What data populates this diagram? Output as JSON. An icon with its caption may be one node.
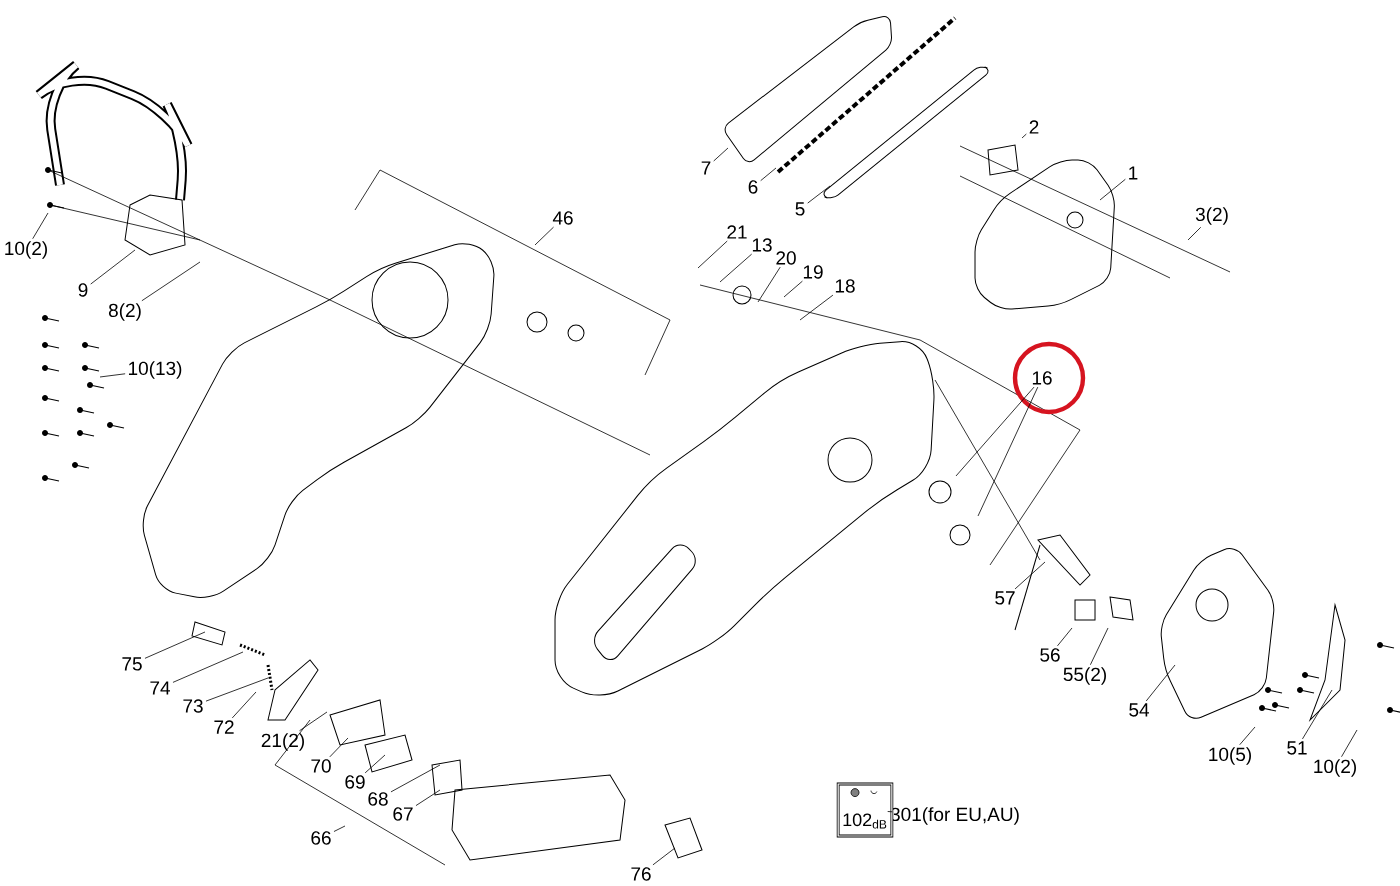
{
  "diagram": {
    "nodes": [
      {
        "text": [
          "2"
        ]
      },
      {
        "text": [
          "7"
        ]
      },
      {
        "text": [
          "1"
        ]
      },
      {
        "text": [
          "6"
        ]
      },
      {
        "text": [
          "5"
        ]
      },
      {
        "text": [
          "3(2)"
        ]
      },
      {
        "text": [
          "46"
        ]
      },
      {
        "text": [
          "21"
        ]
      },
      {
        "text": [
          "13"
        ]
      },
      {
        "text": [
          "10(2)"
        ]
      },
      {
        "text": [
          "20"
        ]
      },
      {
        "text": [
          "19"
        ]
      },
      {
        "text": [
          "18"
        ]
      },
      {
        "text": [
          "9"
        ]
      },
      {
        "text": [
          "8(2)"
        ]
      },
      {
        "text": [
          "10(13)"
        ]
      },
      {
        "text": [
          "16"
        ]
      },
      {
        "text": [
          "57"
        ]
      },
      {
        "text": [
          "56"
        ]
      },
      {
        "text": [
          "75"
        ]
      },
      {
        "text": [
          "55(2)"
        ]
      },
      {
        "text": [
          "74"
        ]
      },
      {
        "text": [
          "73"
        ]
      },
      {
        "text": [
          "54"
        ]
      },
      {
        "text": [
          "72"
        ]
      },
      {
        "text": [
          "21(2)"
        ]
      },
      {
        "text": [
          "51"
        ]
      },
      {
        "text": [
          "10(5)"
        ]
      },
      {
        "text": [
          "70"
        ]
      },
      {
        "text": [
          "10(2)"
        ]
      },
      {
        "text": [
          "69"
        ]
      },
      {
        "text": [
          "68"
        ]
      },
      {
        "text": [
          "67"
        ]
      },
      {
        "text": [
          "301(for EU,AU)"
        ]
      },
      {
        "text": [
          "102$_{dB}$"
        ]
      },
      {
        "text": [
          "66"
        ]
      },
      {
        "text": [
          "76"
        ]
      }
    ],
    "edges": [
      {
        "from": 0,
        "to": null,
        "arrow": "none"
      },
      {
        "from": 1,
        "to": null,
        "arrow": "none"
      },
      {
        "from": 2,
        "to": null,
        "arrow": "none"
      },
      {
        "from": 3,
        "to": null,
        "arrow": "none"
      },
      {
        "from": 4,
        "to": null,
        "arrow": "none"
      },
      {
        "from": 5,
        "to": null,
        "arrow": "none"
      },
      {
        "from": 6,
        "to": null,
        "arrow": "none"
      },
      {
        "from": 7,
        "to": null,
        "arrow": "none"
      },
      {
        "from": 8,
        "to": null,
        "arrow": "none"
      },
      {
        "from": 9,
        "to": null,
        "arrow": "none"
      },
      {
        "from": 10,
        "to": null,
        "arrow": "none"
      },
      {
        "from": 11,
        "to": null,
        "arrow": "none"
      },
      {
        "from": 12,
        "to": null,
        "arrow": "none"
      },
      {
        "from": 13,
        "to": null,
        "arrow": "none"
      },
      {
        "from": 14,
        "to": null,
        "arrow": "none"
      },
      {
        "from": 15,
        "to": null,
        "arrow": "none"
      },
      {
        "from": 16,
        "to": null,
        "arrow": "none"
      },
      {
        "from": 16,
        "to": null,
        "arrow": "none"
      },
      {
        "from": 17,
        "to": null,
        "arrow": "none"
      },
      {
        "from": 18,
        "to": null,
        "arrow": "none"
      },
      {
        "from": 19,
        "to": null,
        "arrow": "none"
      },
      {
        "from": 20,
        "to": null,
        "arrow": "none"
      },
      {
        "from": 21,
        "to": null,
        "arrow": "none"
      },
      {
        "from": 22,
        "to": null,
        "arrow": "none"
      },
      {
        "from": 23,
        "to": null,
        "arrow": "none"
      },
      {
        "from": 24,
        "to": null,
        "arrow": "none"
      },
      {
        "from": 25,
        "to": null,
        "arrow": "none"
      },
      {
        "from": 26,
        "to": null,
        "arrow": "none"
      },
      {
        "from": 27,
        "to": null,
        "arrow": "none"
      },
      {
        "from": 28,
        "to": null,
        "arrow": "none"
      },
      {
        "from": 29,
        "to": null,
        "arrow": "none"
      },
      {
        "from": 30,
        "to": null,
        "arrow": "none"
      },
      {
        "from": 31,
        "to": null,
        "arrow": "none"
      },
      {
        "from": 32,
        "to": null,
        "arrow": "none"
      },
      {
        "from": 33,
        "to": 34,
        "arrow": "none"
      },
      {
        "from": 35,
        "to": null,
        "arrow": "none"
      },
      {
        "from": 36,
        "to": null,
        "arrow": "none"
      }
    ]
  }
}
